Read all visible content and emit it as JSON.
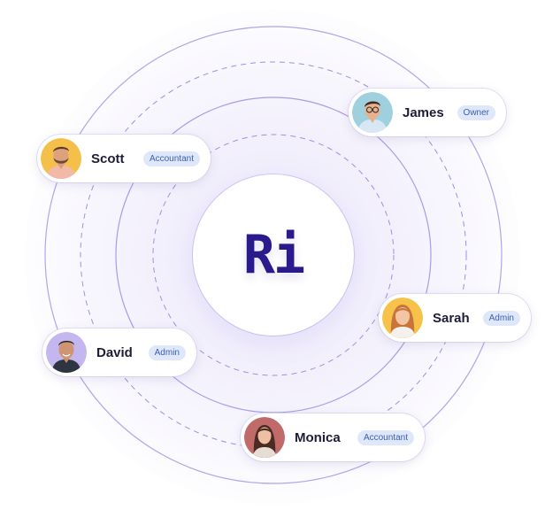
{
  "brand": {
    "logo_text": "Ri"
  },
  "members": [
    {
      "name": "James",
      "role": "Owner",
      "avatar_icon": "avatar-man-glasses",
      "avatar_bg": "#9fd0de"
    },
    {
      "name": "Scott",
      "role": "Accountant",
      "avatar_icon": "avatar-man-beard",
      "avatar_bg": "#f5c04a"
    },
    {
      "name": "Sarah",
      "role": "Admin",
      "avatar_icon": "avatar-woman-red-hair",
      "avatar_bg": "#f6c24a"
    },
    {
      "name": "David",
      "role": "Admin",
      "avatar_icon": "avatar-man-smiling",
      "avatar_bg": "#c4b6ef"
    },
    {
      "name": "Monica",
      "role": "Accountant",
      "avatar_icon": "avatar-woman-brown-hair",
      "avatar_bg": "#c06a6a"
    }
  ],
  "colors": {
    "ring": "#a99ce8",
    "logo": "#2a1a8c",
    "badge_bg": "#dfe8fb",
    "badge_text": "#3b5fb0"
  }
}
